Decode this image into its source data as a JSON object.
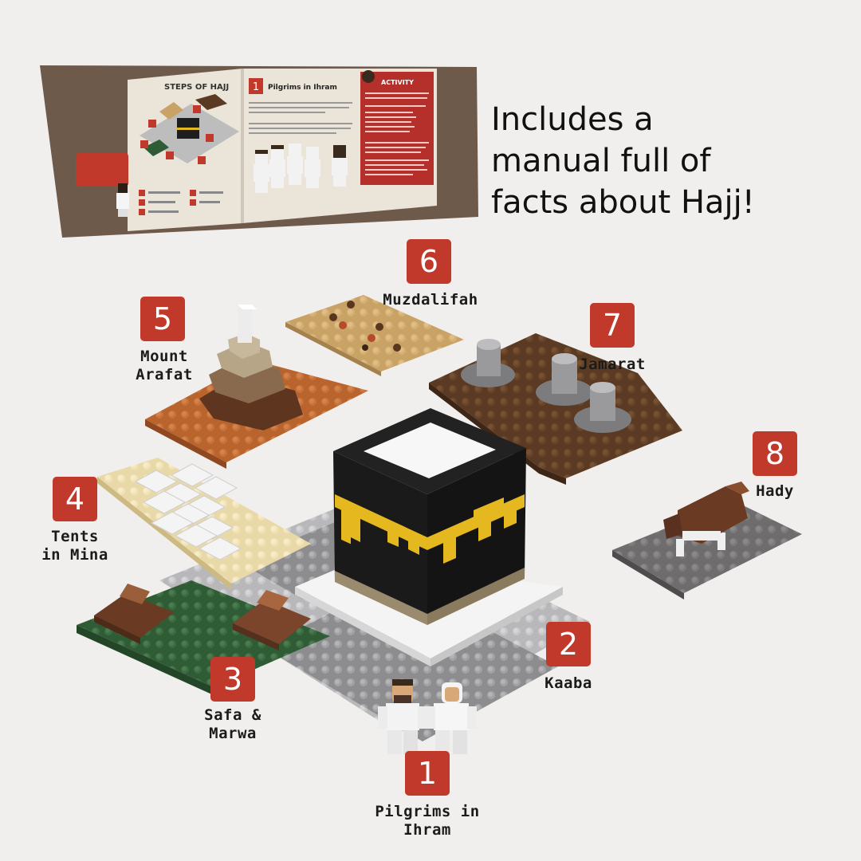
{
  "headline": {
    "lines": [
      "Includes a",
      "manual full of",
      "facts about Hajj!"
    ]
  },
  "manual": {
    "left_page_title": "STEPS OF HAJJ",
    "step_number": "1",
    "step_title": "Pilgrims in Ihram",
    "activity_title": "ACTIVITY"
  },
  "stations": [
    {
      "number": "1",
      "label_lines": [
        "Pilgrims in Ihram"
      ]
    },
    {
      "number": "2",
      "label_lines": [
        "Kaaba"
      ]
    },
    {
      "number": "3",
      "label_lines": [
        "Safa &",
        "Marwa"
      ]
    },
    {
      "number": "4",
      "label_lines": [
        "Tents",
        "in Mina"
      ]
    },
    {
      "number": "5",
      "label_lines": [
        "Mount",
        "Arafat"
      ]
    },
    {
      "number": "6",
      "label_lines": [
        "Muzdalifah"
      ]
    },
    {
      "number": "7",
      "label_lines": [
        "Jamarat"
      ]
    },
    {
      "number": "8",
      "label_lines": [
        "Hady"
      ]
    }
  ],
  "colors": {
    "badge": "#c1392b",
    "background": "#f0efed",
    "manual_cover": "#6e5a4b",
    "kaaba": "#1a1a1a",
    "kaaba_gold": "#e6b820"
  }
}
